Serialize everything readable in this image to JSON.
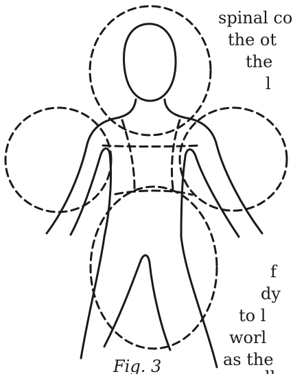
{
  "text_lines": [
    "spinal co",
    "the ot",
    "the",
    "l",
    "f",
    "dy",
    "to l",
    "worl",
    "as the",
    "ll"
  ],
  "figure": {
    "caption": "Fig. 3"
  },
  "colors": {
    "ink": "#1a1a1a",
    "background": "#ffffff"
  }
}
